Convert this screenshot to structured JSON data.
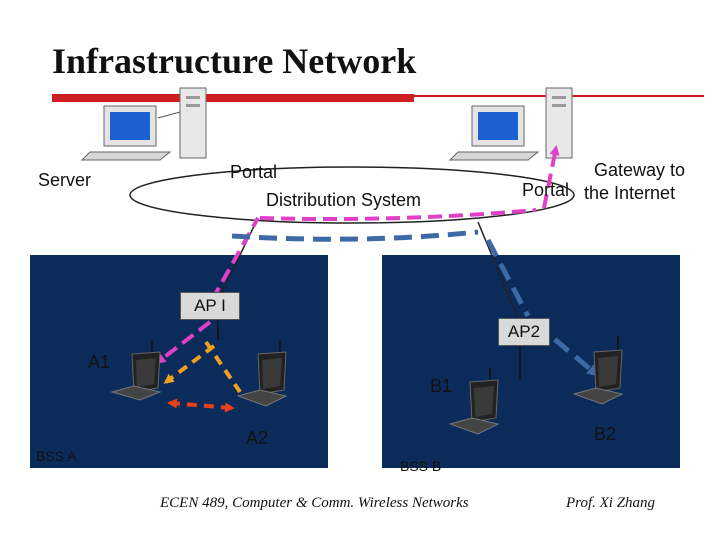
{
  "title": "Infrastructure Network",
  "labels": {
    "server": "Server",
    "portal_left": "Portal",
    "distribution_system": "Distribution System",
    "portal_right": "Portal",
    "gateway_line1": "Gateway to",
    "gateway_line2": "the Internet",
    "ap1": "AP I",
    "ap2": "AP2",
    "a1": "A1",
    "a2": "A2",
    "b1": "B1",
    "b2": "B2",
    "bss_a": "BSS A",
    "bss_b": "BSS B"
  },
  "footer": {
    "course": "ECEN 489, Computer & Comm. Wireless Networks",
    "author": "Prof. Xi Zhang"
  },
  "colors": {
    "title_bar_red": "#cc1f1f",
    "bss_background": "#0b2b5a",
    "arrow_magenta": "#e040c8",
    "arrow_orange": "#f0a020",
    "arrow_red": "#e8401a",
    "arrow_steel_blue": "#3d6aa6"
  }
}
